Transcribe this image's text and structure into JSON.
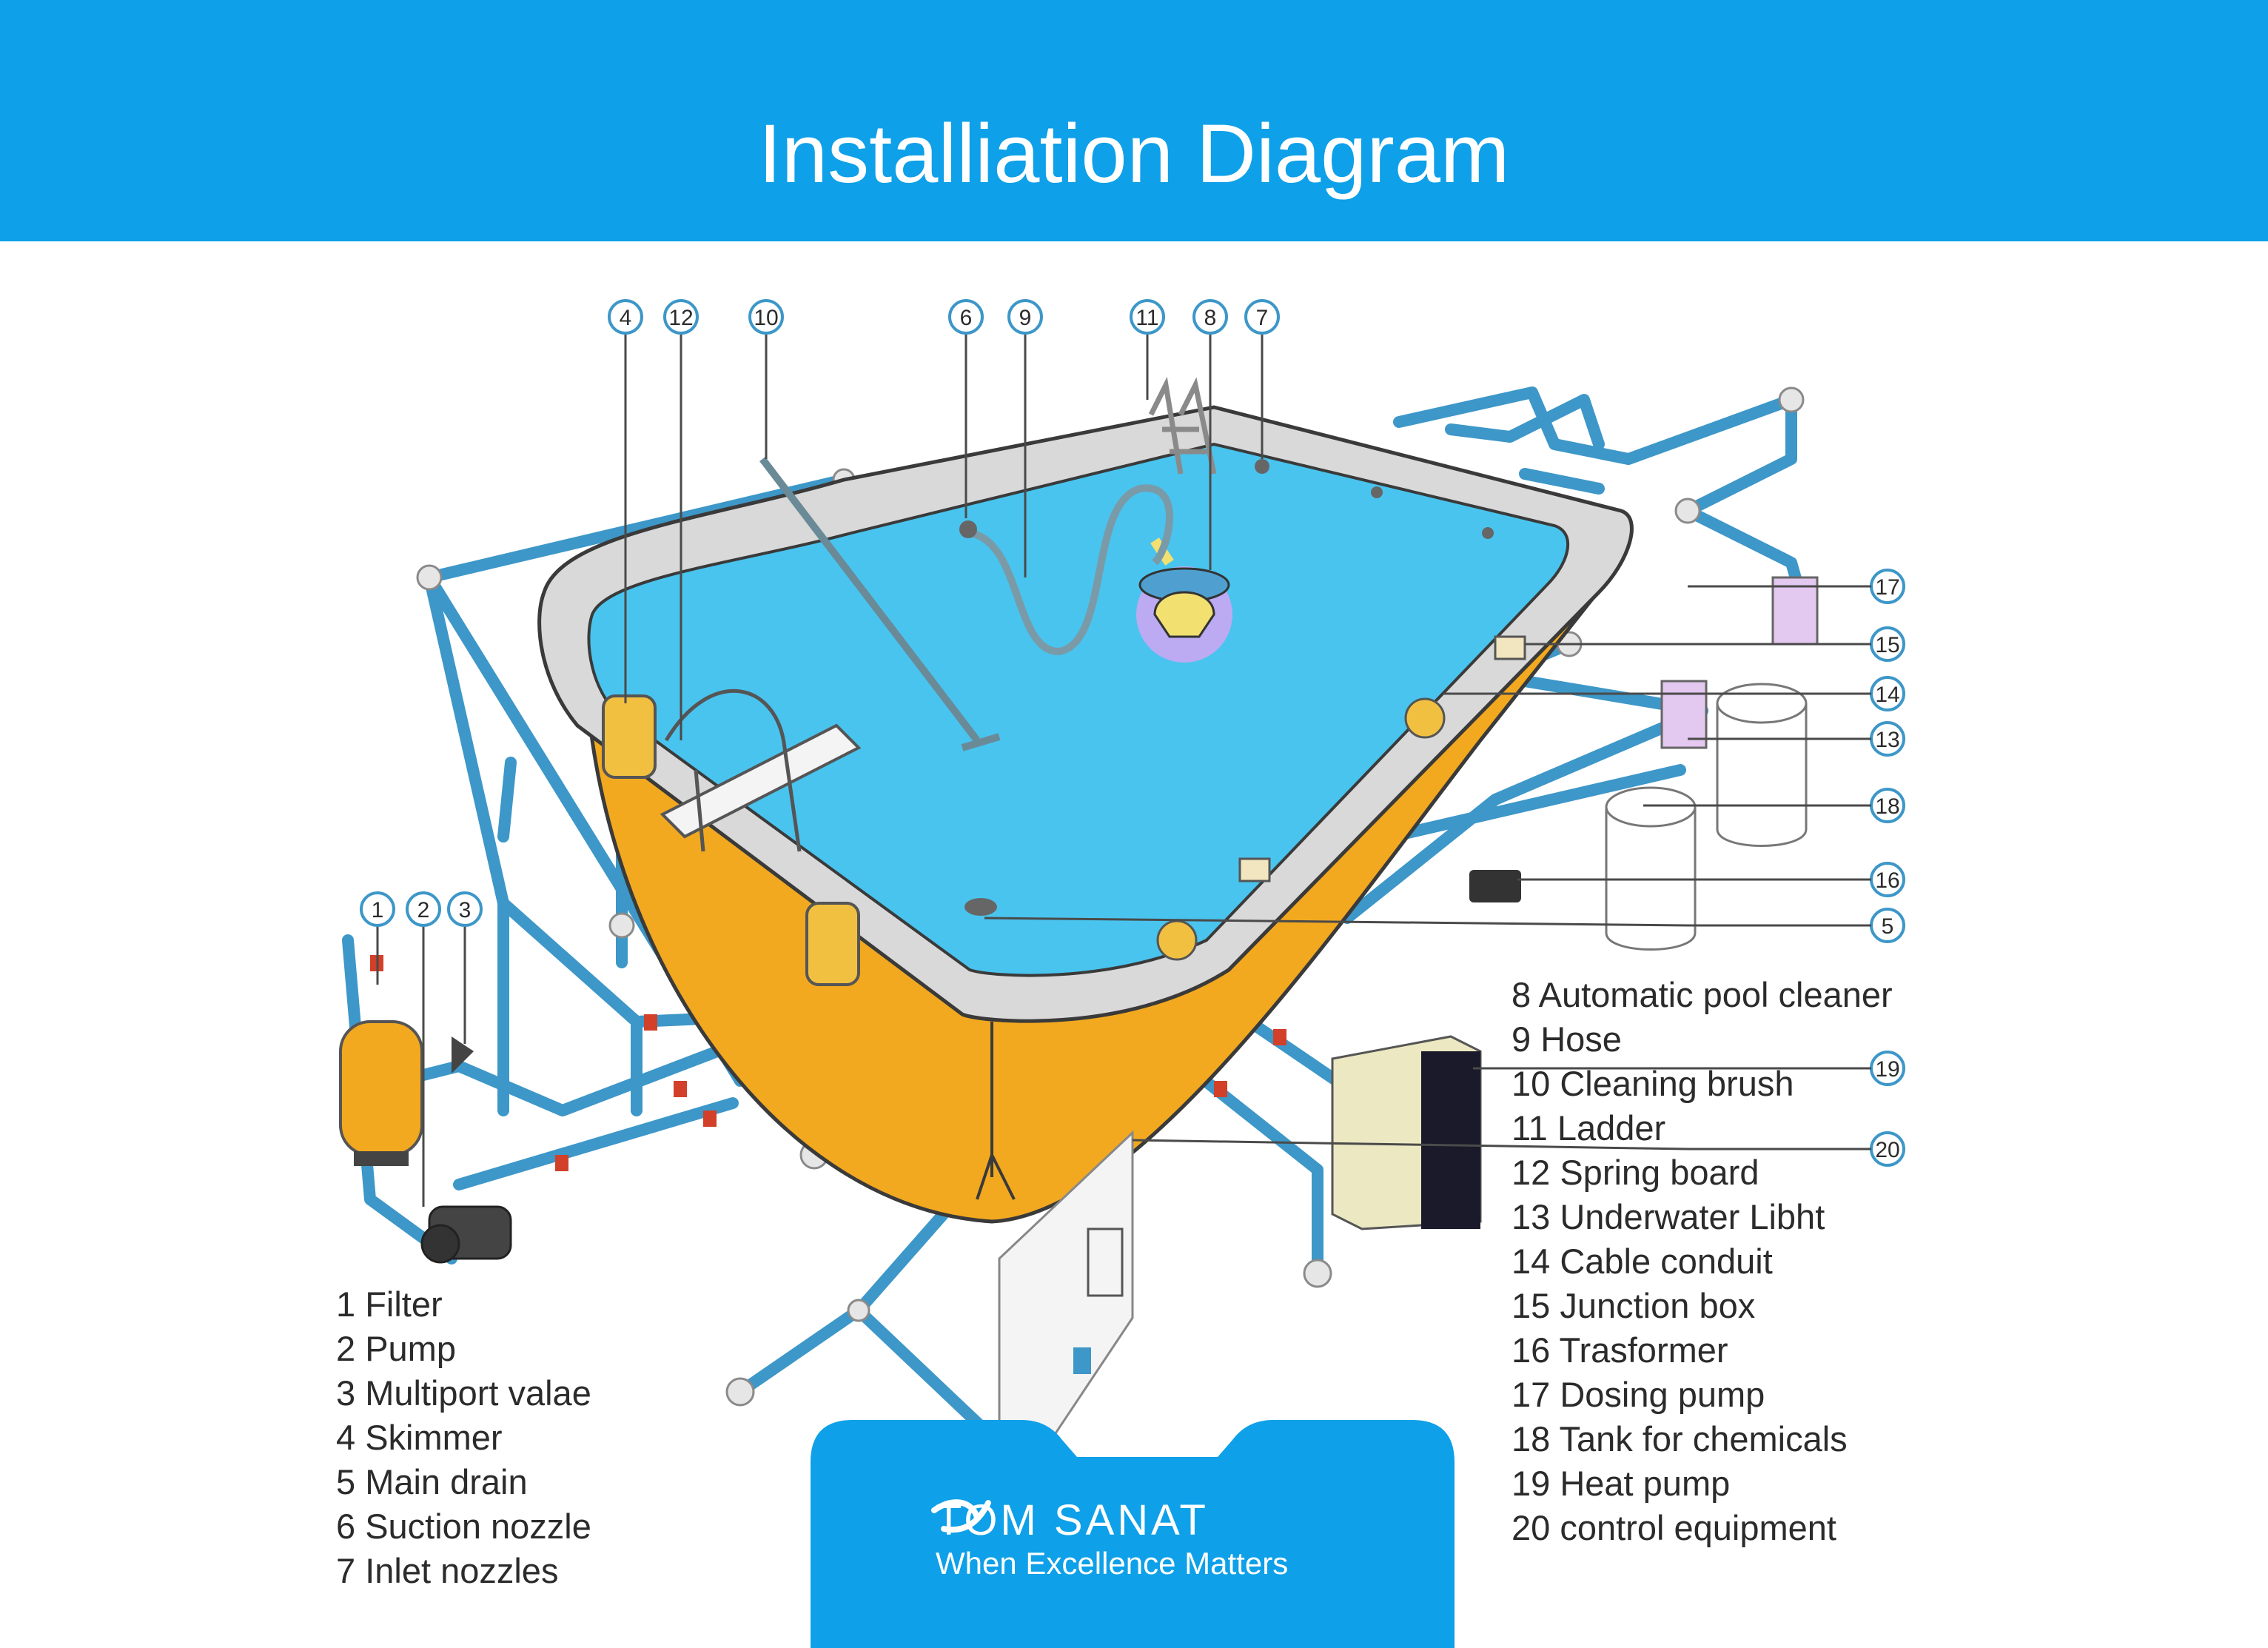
{
  "header": {
    "title": "Installiation Diagram"
  },
  "callouts": [
    "1",
    "2",
    "3",
    "4",
    "5",
    "6",
    "7",
    "8",
    "9",
    "10",
    "11",
    "12",
    "13",
    "14",
    "15",
    "16",
    "17",
    "18",
    "19",
    "20"
  ],
  "legend_left": [
    "1 Filter",
    "2 Pump",
    "3 Multiport valae",
    "4 Skimmer",
    "5 Main drain",
    "6 Suction nozzle",
    "7 Inlet nozzles"
  ],
  "legend_right": [
    "8   Automatic pool cleaner",
    "9   Hose",
    "10 Cleaning brush",
    "11 Ladder",
    "12 Spring board",
    "13 Underwater Libht",
    "14 Cable conduit",
    "15 Junction box",
    "16 Trasformer",
    "17 Dosing pump",
    "18 Tank for chemicals",
    "19 Heat pump",
    "20 control equipment"
  ],
  "brand": {
    "name": "TOM SANAT",
    "tagline": "When Excellence Matters"
  },
  "colors": {
    "header": "#0ea0e8",
    "water": "#49c4ee",
    "pool_body": "#f2a920",
    "pipe": "#3d97c8",
    "text": "#2b2b2b"
  }
}
